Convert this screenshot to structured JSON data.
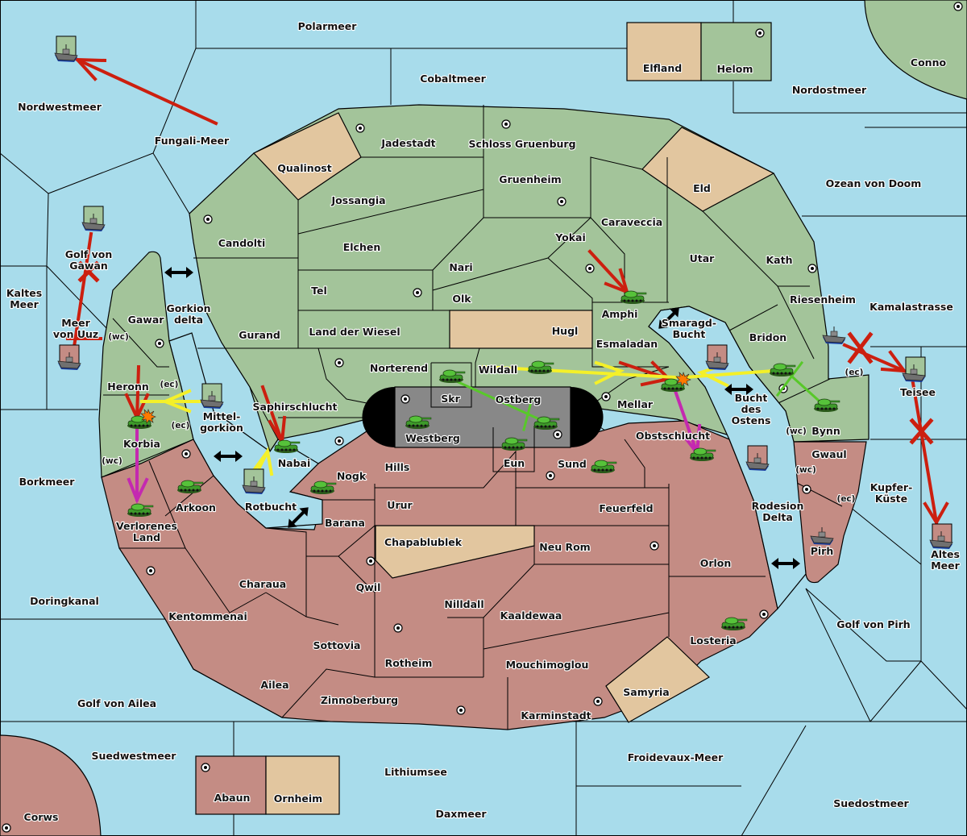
{
  "colors": {
    "sea": "#a8dceb",
    "green_power": "#a3c49a",
    "red_power": "#c48c84",
    "neutral": "#e2c69f",
    "impassable": "#888888",
    "move_arrow": "#cc1f0f",
    "support_arrow": "#f4f029",
    "convoy_arrow": "#c429b0",
    "hold_support": "#58c82a",
    "retreat_line": "#000000"
  },
  "seas": [
    {
      "id": "polarmeer",
      "label": "Polarmeer"
    },
    {
      "id": "cobaltmeer",
      "label": "Cobaltmeer"
    },
    {
      "id": "nordwestmeer",
      "label": "Nordwestmeer"
    },
    {
      "id": "fungali-meer",
      "label": "Fungali-Meer"
    },
    {
      "id": "nordostmeer",
      "label": "Nordostmeer"
    },
    {
      "id": "ozean-von-doom",
      "label": "Ozean von Doom"
    },
    {
      "id": "kamalastrasse",
      "label": "Kamalastrasse"
    },
    {
      "id": "golf-von-gawan",
      "label": "Golf von Gawan"
    },
    {
      "id": "kaltes-meer",
      "label": "Kaltes Meer"
    },
    {
      "id": "meer-von-uuz",
      "label": "Meer von Uuz"
    },
    {
      "id": "gorkion-delta",
      "label": "Gorkion delta"
    },
    {
      "id": "mittelgorkion",
      "label": "Mittel-gorkion"
    },
    {
      "id": "borkmeer",
      "label": "Borkmeer"
    },
    {
      "id": "rotbucht",
      "label": "Rotbucht"
    },
    {
      "id": "doringkanal",
      "label": "Doringkanal"
    },
    {
      "id": "golf-von-ailea",
      "label": "Golf von Ailea"
    },
    {
      "id": "suedwestmeer",
      "label": "Suedwestmeer"
    },
    {
      "id": "lithiumsee",
      "label": "Lithiumsee"
    },
    {
      "id": "daxmeer",
      "label": "Daxmeer"
    },
    {
      "id": "froidevaux-meer",
      "label": "Froidevaux-Meer"
    },
    {
      "id": "suedostmeer",
      "label": "Suedostmeer"
    },
    {
      "id": "golf-von-pirh",
      "label": "Golf von Pirh"
    },
    {
      "id": "altes-meer",
      "label": "Altes Meer"
    },
    {
      "id": "kupfer-kueste",
      "label": "Kupfer-Küste"
    },
    {
      "id": "rodesion-delta",
      "label": "Rodesion Delta"
    },
    {
      "id": "bucht-des-ostens",
      "label": "Bucht des Ostens"
    },
    {
      "id": "smaragd-bucht",
      "label": "Smaragd-Bucht"
    },
    {
      "id": "teisee",
      "label": "Teisee"
    }
  ],
  "lands": [
    {
      "id": "elfland",
      "label": "Elfland",
      "owner": "neutral"
    },
    {
      "id": "helom",
      "label": "Helom",
      "owner": "green",
      "sc": true
    },
    {
      "id": "conno",
      "label": "Conno",
      "owner": "green",
      "sc": true
    },
    {
      "id": "jadestadt",
      "label": "Jadestadt",
      "owner": "green",
      "sc": true
    },
    {
      "id": "schloss-gruenburg",
      "label": "Schloss Gruenburg",
      "owner": "green",
      "sc": true
    },
    {
      "id": "qualinost",
      "label": "Qualinost",
      "owner": "neutral"
    },
    {
      "id": "gruenheim",
      "label": "Gruenheim",
      "owner": "green",
      "sc": true
    },
    {
      "id": "eld",
      "label": "Eld",
      "owner": "neutral"
    },
    {
      "id": "jossangia",
      "label": "Jossangia",
      "owner": "green"
    },
    {
      "id": "caraveccia",
      "label": "Caraveccia",
      "owner": "green"
    },
    {
      "id": "candolti",
      "label": "Candolti",
      "owner": "green",
      "sc": true
    },
    {
      "id": "elchen",
      "label": "Elchen",
      "owner": "green"
    },
    {
      "id": "yokai",
      "label": "Yokai",
      "owner": "green",
      "sc": true
    },
    {
      "id": "utar",
      "label": "Utar",
      "owner": "green"
    },
    {
      "id": "kath",
      "label": "Kath",
      "owner": "green",
      "sc": true
    },
    {
      "id": "nari",
      "label": "Nari",
      "owner": "green"
    },
    {
      "id": "tel",
      "label": "Tel",
      "owner": "green",
      "sc": true
    },
    {
      "id": "olk",
      "label": "Olk",
      "owner": "green"
    },
    {
      "id": "amphi",
      "label": "Amphi",
      "owner": "green"
    },
    {
      "id": "riesenheim",
      "label": "Riesenheim",
      "owner": "green"
    },
    {
      "id": "gawar",
      "label": "Gawar",
      "owner": "green",
      "sc": true
    },
    {
      "id": "gurand",
      "label": "Gurand",
      "owner": "green"
    },
    {
      "id": "land-der-wiesel",
      "label": "Land der Wiesel",
      "owner": "green"
    },
    {
      "id": "hugl",
      "label": "Hugl",
      "owner": "neutral"
    },
    {
      "id": "esmaladan",
      "label": "Esmaladan",
      "owner": "green"
    },
    {
      "id": "bridon",
      "label": "Bridon",
      "owner": "green"
    },
    {
      "id": "norterend",
      "label": "Norterend",
      "owner": "green",
      "sc": true
    },
    {
      "id": "wildall",
      "label": "Wildall",
      "owner": "green"
    },
    {
      "id": "heronn",
      "label": "Heronn",
      "owner": "green"
    },
    {
      "id": "skr",
      "label": "Skr",
      "owner": "green"
    },
    {
      "id": "ostberg",
      "label": "Ostberg",
      "owner": "impassable",
      "sc": true
    },
    {
      "id": "mellar",
      "label": "Mellar",
      "owner": "green",
      "sc": true
    },
    {
      "id": "saphirschlucht",
      "label": "Saphirschlucht",
      "owner": "green"
    },
    {
      "id": "westberg",
      "label": "Westberg",
      "owner": "impassable",
      "sc": true
    },
    {
      "id": "obstschlucht",
      "label": "Obstschlucht",
      "owner": "red"
    },
    {
      "id": "bynn",
      "label": "Bynn",
      "owner": "green",
      "sc": true
    },
    {
      "id": "korbia",
      "label": "Korbia",
      "owner": "green"
    },
    {
      "id": "nabai",
      "label": "Nabai",
      "owner": "green",
      "sc": true
    },
    {
      "id": "eun",
      "label": "Eun",
      "owner": "red"
    },
    {
      "id": "sund",
      "label": "Sund",
      "owner": "red",
      "sc": true
    },
    {
      "id": "hills",
      "label": "Hills",
      "owner": "red"
    },
    {
      "id": "gwaul",
      "label": "Gwaul",
      "owner": "red"
    },
    {
      "id": "nogk",
      "label": "Nogk",
      "owner": "red"
    },
    {
      "id": "arkoon",
      "label": "Arkoon",
      "owner": "red",
      "sc": true
    },
    {
      "id": "verlorenes-land",
      "label": "Verlorenes Land",
      "owner": "red"
    },
    {
      "id": "urur",
      "label": "Urur",
      "owner": "red"
    },
    {
      "id": "feuerfeld",
      "label": "Feuerfeld",
      "owner": "red"
    },
    {
      "id": "barana",
      "label": "Barana",
      "owner": "red"
    },
    {
      "id": "chapablublek",
      "label": "Chapablublek",
      "owner": "neutral"
    },
    {
      "id": "neu-rom",
      "label": "Neu Rom",
      "owner": "red",
      "sc": true
    },
    {
      "id": "pirh",
      "label": "Pirh",
      "owner": "red",
      "sc": true
    },
    {
      "id": "orlon",
      "label": "Orlon",
      "owner": "red"
    },
    {
      "id": "qwil",
      "label": "Qwil",
      "owner": "red",
      "sc": true
    },
    {
      "id": "charaua",
      "label": "Charaua",
      "owner": "red"
    },
    {
      "id": "nilldall",
      "label": "Nilldall",
      "owner": "red"
    },
    {
      "id": "kaaldewaa",
      "label": "Kaaldewaa",
      "owner": "red"
    },
    {
      "id": "kentommenai",
      "label": "Kentommenai",
      "owner": "red",
      "sc": true
    },
    {
      "id": "losteria",
      "label": "Losteria",
      "owner": "red",
      "sc": true
    },
    {
      "id": "sottovia",
      "label": "Sottovia",
      "owner": "red"
    },
    {
      "id": "rotheim",
      "label": "Rotheim",
      "owner": "red",
      "sc": true
    },
    {
      "id": "mouchimoglou",
      "label": "Mouchimoglou",
      "owner": "red"
    },
    {
      "id": "ailea",
      "label": "Ailea",
      "owner": "red"
    },
    {
      "id": "samyria",
      "label": "Samyria",
      "owner": "neutral"
    },
    {
      "id": "zinnoberburg",
      "label": "Zinnoberburg",
      "owner": "red",
      "sc": true
    },
    {
      "id": "karminstadt",
      "label": "Karminstadt",
      "owner": "red",
      "sc": true
    },
    {
      "id": "abaun",
      "label": "Abaun",
      "owner": "red",
      "sc": true
    },
    {
      "id": "ornheim",
      "label": "Ornheim",
      "owner": "neutral"
    },
    {
      "id": "corws",
      "label": "Corws",
      "owner": "red",
      "sc": true
    }
  ],
  "coast_labels": [
    "(wc)",
    "(ec)",
    "(ec)",
    "(wc)",
    "(ec)",
    "(wc)",
    "(wc)",
    "(ec)"
  ],
  "units": [
    {
      "type": "fleet",
      "location": "nordwestmeer",
      "owner": "green"
    },
    {
      "type": "fleet",
      "location": "golf-von-gawan",
      "owner": "green"
    },
    {
      "type": "fleet",
      "location": "meer-von-uuz",
      "owner": "red"
    },
    {
      "type": "fleet",
      "location": "mittelgorkion",
      "owner": "green"
    },
    {
      "type": "fleet",
      "location": "rotbucht",
      "owner": "green"
    },
    {
      "type": "fleet",
      "location": "smaragd-bucht",
      "owner": "red"
    },
    {
      "type": "fleet",
      "location": "bucht-des-ostens",
      "owner": "red"
    },
    {
      "type": "fleet",
      "location": "riesenheim",
      "owner": "green"
    },
    {
      "type": "fleet",
      "location": "teisee",
      "owner": "green"
    },
    {
      "type": "fleet",
      "location": "pirh",
      "owner": "red"
    },
    {
      "type": "fleet",
      "location": "altes-meer",
      "owner": "red"
    },
    {
      "type": "army",
      "location": "korbia",
      "owner": "green",
      "dislodged": true
    },
    {
      "type": "army",
      "location": "verlorenes-land",
      "owner": "green"
    },
    {
      "type": "army",
      "location": "arkoon",
      "owner": "green"
    },
    {
      "type": "army",
      "location": "nabai",
      "owner": "green"
    },
    {
      "type": "army",
      "location": "nogk",
      "owner": "green"
    },
    {
      "type": "army",
      "location": "skr",
      "owner": "green"
    },
    {
      "type": "army",
      "location": "westberg",
      "owner": "green"
    },
    {
      "type": "army",
      "location": "ostberg",
      "owner": "green"
    },
    {
      "type": "army",
      "location": "eun",
      "owner": "green"
    },
    {
      "type": "army",
      "location": "sund",
      "owner": "green"
    },
    {
      "type": "army",
      "location": "wildall",
      "owner": "green"
    },
    {
      "type": "army",
      "location": "amphi",
      "owner": "green"
    },
    {
      "type": "army",
      "location": "mellar",
      "owner": "green",
      "dislodged": true
    },
    {
      "type": "army",
      "location": "obstschlucht",
      "owner": "green"
    },
    {
      "type": "army",
      "location": "bridon",
      "owner": "green"
    },
    {
      "type": "army",
      "location": "bynn",
      "owner": "green"
    },
    {
      "type": "army",
      "location": "losteria",
      "owner": "green"
    }
  ],
  "orders": [
    {
      "kind": "move",
      "from": "fungali-meer",
      "to": "nordwestmeer"
    },
    {
      "kind": "move",
      "from": "golf-von-gawan",
      "to": "meer-von-uuz",
      "failed": true
    },
    {
      "kind": "move",
      "from": "heronn",
      "to": "korbia"
    },
    {
      "kind": "support",
      "from": "mittelgorkion",
      "to": "korbia"
    },
    {
      "kind": "convoy",
      "from": "korbia",
      "to": "verlorenes-land"
    },
    {
      "kind": "move",
      "from": "saphirschlucht",
      "to": "nabai"
    },
    {
      "kind": "support",
      "from": "rotbucht",
      "to": "nabai"
    },
    {
      "kind": "hold-support",
      "from": "skr",
      "to": "ostberg"
    },
    {
      "kind": "move",
      "from": "yokai",
      "to": "amphi"
    },
    {
      "kind": "support",
      "from": "wildall",
      "to": "mellar"
    },
    {
      "kind": "move",
      "from": "esmaladan",
      "to": "mellar"
    },
    {
      "kind": "support",
      "from": "bridon",
      "to": "mellar"
    },
    {
      "kind": "convoy",
      "from": "mellar",
      "to": "obstschlucht"
    },
    {
      "kind": "hold-support",
      "from": "bridon",
      "to": "bynn"
    },
    {
      "kind": "move",
      "from": "riesenheim",
      "to": "teisee",
      "failed": true
    },
    {
      "kind": "move",
      "from": "teisee",
      "to": "altes-meer",
      "failed": true
    }
  ],
  "connections": [
    "gawar-candolti",
    "mittelgorkion-nabai",
    "smaragd-bucht-amphi",
    "bucht-des-ostens-bridon",
    "rotbucht-barana",
    "rodesion-delta-pirh"
  ]
}
